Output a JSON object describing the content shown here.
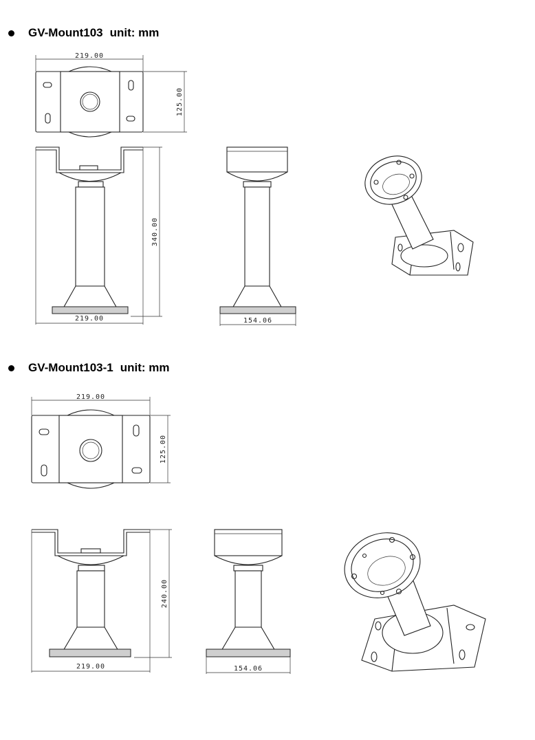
{
  "sections": [
    {
      "model": "GV-Mount103",
      "unit": "unit: mm",
      "dims": {
        "top_width": "219.00",
        "top_height": "125.00",
        "front_height": "340.00",
        "front_width": "219.00",
        "side_width": "154.06"
      }
    },
    {
      "model": "GV-Mount103-1",
      "unit": "unit: mm",
      "dims": {
        "top_width": "219.00",
        "top_height": "125.00",
        "front_height": "240.00",
        "front_width": "219.00",
        "side_width": "154.06"
      }
    }
  ]
}
